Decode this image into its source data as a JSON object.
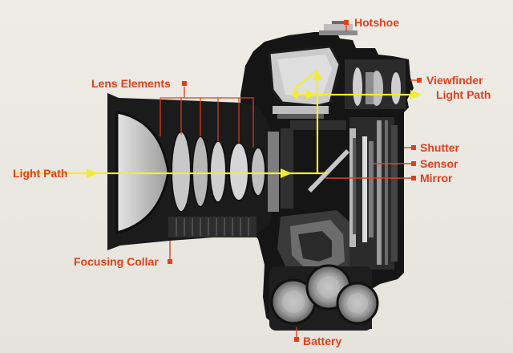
{
  "figure": "DSLR cutaway diagram",
  "colors": {
    "label": "#e2401c",
    "light_path": "#f4ec32",
    "body": "#141414",
    "metal": "#8f8f8f",
    "glass": "#c9c9c9",
    "background": "#ebe8e1"
  },
  "labels": {
    "hotshoe": "Hotshoe",
    "lens_elements": "Lens Elements",
    "viewfinder": "Viewfinder",
    "viewfinder_light_path": "Light Path",
    "shutter": "Shutter",
    "sensor": "Sensor",
    "mirror": "Mirror",
    "light_path": "Light Path",
    "focusing_collar": "Focusing Collar",
    "battery": "Battery"
  }
}
